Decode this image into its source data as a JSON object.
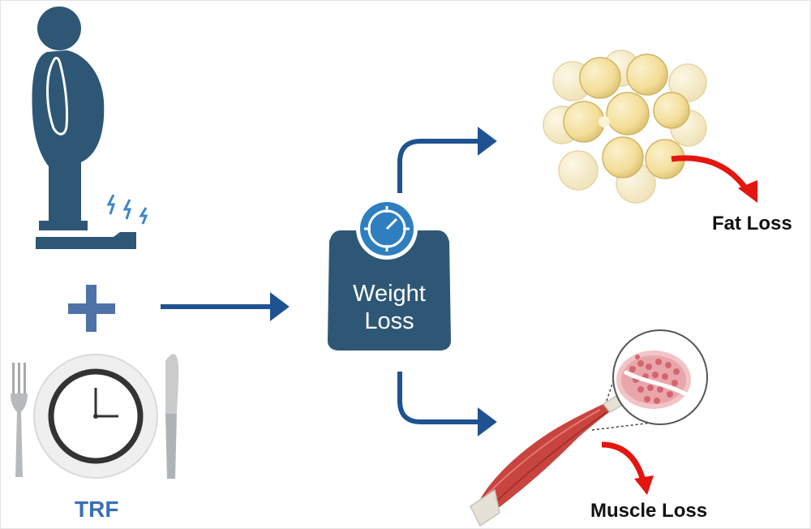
{
  "labels": {
    "trf": "TRF",
    "fat_loss": "Fat Loss",
    "muscle_loss": "Muscle Loss",
    "weight_line1": "Weight",
    "weight_line2": "Loss"
  },
  "icons": [
    "person-on-scale-icon",
    "plus-icon",
    "plate-clock-icon",
    "fork-icon",
    "knife-icon",
    "weighing-scale-icon",
    "fat-cells-icon",
    "muscle-icon"
  ],
  "colors": {
    "navy": "#2e5775",
    "arrow_blue": "#1f5291",
    "trf_blue": "#3b6fb4",
    "plus_blue": "#4f73a8",
    "red_arrow": "#e4160f",
    "fat_cell": "#f5e3a3",
    "muscle_red": "#c8443f"
  }
}
